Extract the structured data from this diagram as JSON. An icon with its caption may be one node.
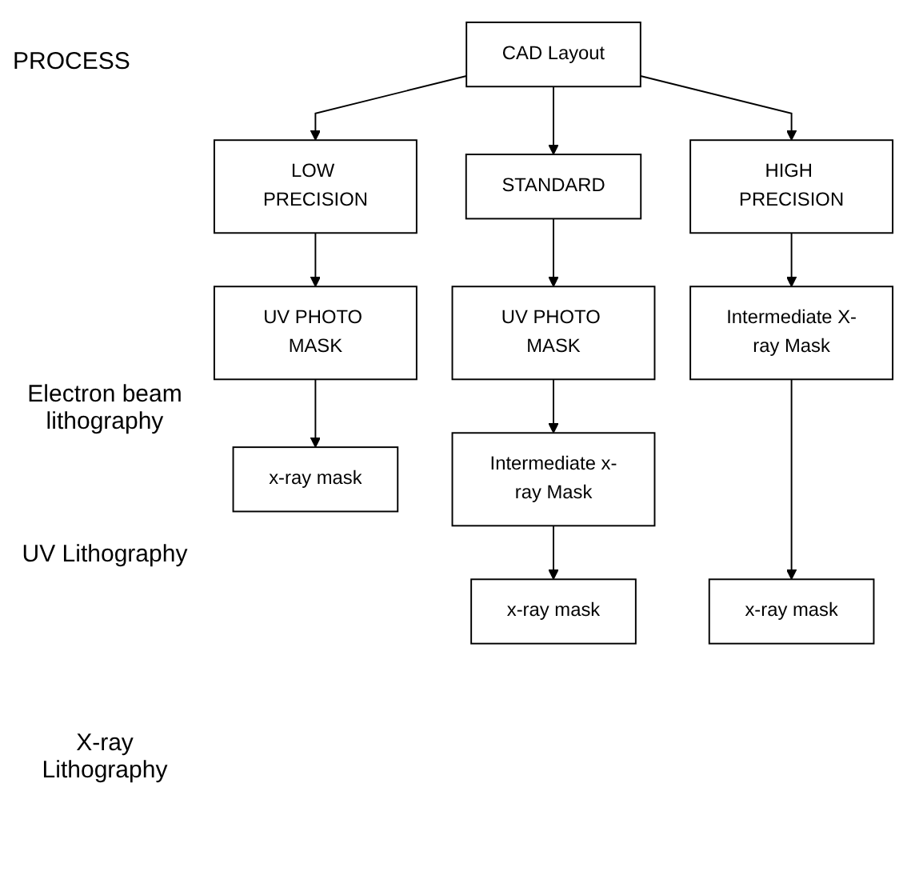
{
  "diagram": {
    "nodes": [
      {
        "text": [
          "CAD Layout"
        ]
      },
      {
        "text": [
          "LOW PRECISION"
        ]
      },
      {
        "text": [
          "STANDARD"
        ]
      },
      {
        "text": [
          "HIGH PRECISION"
        ]
      },
      {
        "text": [
          "UV PHOTO MASK"
        ]
      },
      {
        "text": [
          "UV PHOTO MASK"
        ]
      },
      {
        "text": [
          "Intermediate X-ray Mask"
        ]
      },
      {
        "text": [
          "x-ray mask"
        ]
      },
      {
        "text": [
          "Intermediate x-ray Mask"
        ]
      },
      {
        "text": [
          "x-ray mask"
        ]
      },
      {
        "text": [
          "x-ray mask"
        ]
      }
    ],
    "edges": [
      {
        "from": 0,
        "to": 1,
        "arrow": "to"
      },
      {
        "from": 0,
        "to": 2,
        "arrow": "to"
      },
      {
        "from": 0,
        "to": 3,
        "arrow": "to"
      },
      {
        "from": 1,
        "to": 4,
        "arrow": "to"
      },
      {
        "from": 2,
        "to": 5,
        "arrow": "to"
      },
      {
        "from": 3,
        "to": 6,
        "arrow": "to"
      },
      {
        "from": 4,
        "to": 7,
        "arrow": "to"
      },
      {
        "from": 5,
        "to": 8,
        "arrow": "to"
      },
      {
        "from": 8,
        "to": 9,
        "arrow": "to"
      },
      {
        "from": 6,
        "to": 10,
        "arrow": "to"
      }
    ],
    "labels": [
      "PROCESS",
      "Electron beam lithography",
      "UV Lithography",
      "X-ray Lithography"
    ]
  }
}
